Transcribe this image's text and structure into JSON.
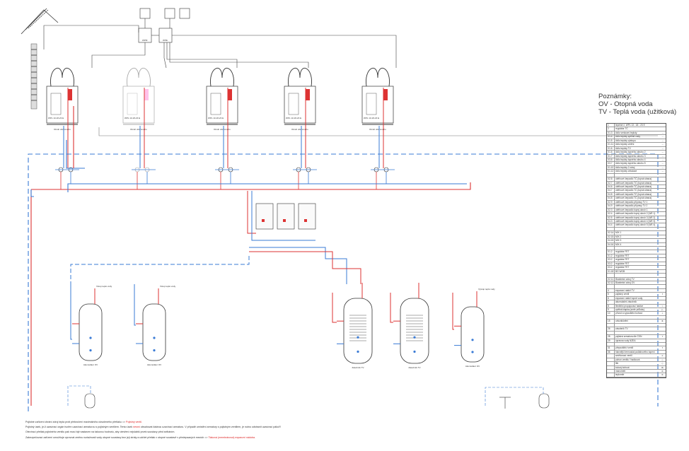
{
  "notes": {
    "title": "Poznámky:",
    "line1": "OV - Otopná voda",
    "line2": "TV - Teplá voda (užitková)"
  },
  "heat_pump_labels": [
    "WPL 13-18-23 E",
    "WPL 13-18-23 E",
    "WPL 13-18-23 E",
    "WPL 13-18-23 E",
    "WPL 13-18-23 E"
  ],
  "pump_caption": "Okruh oběhového",
  "tank_labels": [
    "Akumulátor OV",
    "Akumulátor OV",
    "Zásobník TV",
    "Zásobník TV",
    "Akumulátor OV"
  ],
  "tank_top_labels": [
    "Vstup teplé vody",
    "Vstup teplé vody",
    "Výstup teplé vody"
  ],
  "controller_labels": [
    "WPM",
    "WPE"
  ],
  "legend": [
    {
      "code": "1",
      "text": "tepelné č. WPL 13 - 18 - 23 E",
      "sym": ""
    },
    {
      "code": "2",
      "text": "regulátor TČ",
      "sym": ""
    },
    {
      "code": "X1.3",
      "text": "čidlo venkovní teploty",
      "sym": "→"
    },
    {
      "code": "X1.4",
      "text": "čidlo teploty zpětné vody",
      "sym": "→"
    },
    {
      "code": "X1.5",
      "text": "čidlo teploty výstupu",
      "sym": "→"
    },
    {
      "code": "X1.11",
      "text": "čidlo teploty vnitřní",
      "sym": "→"
    },
    {
      "code": "X1.6",
      "text": "čidlo teploty TV",
      "sym": "→"
    },
    {
      "code": "X1.6",
      "text": "čidlo teploty topného okruhu 2",
      "sym": "→"
    },
    {
      "code": "X1.7",
      "text": "čidlo teploty topného okruhu 3",
      "sym": "→"
    },
    {
      "code": "X3.8",
      "text": "čidlo teploty topného okruhu 4",
      "sym": "→"
    },
    {
      "code": "X3.7",
      "text": "čidlo teploty topného okruhu 5",
      "sym": "→"
    },
    {
      "code": "X1.10",
      "text": "čidlo teploty 2 zdroj",
      "sym": "→"
    },
    {
      "code": "X1.12",
      "text": "čidlo teploty cirkulace",
      "sym": "→"
    },
    {
      "code": "",
      "text": "",
      "sym": ""
    },
    {
      "code": "X2.8",
      "text": "oběhové čerpadlo TČ (topná strana)",
      "sym": ""
    },
    {
      "code": "X2.7",
      "text": "oběhové čerpadlo TČ (topná strana)",
      "sym": ""
    },
    {
      "code": "X4.6",
      "text": "oběhové čerpadlo TČ (topná strana)",
      "sym": ""
    },
    {
      "code": "X4.7",
      "text": "oběhové čerpadlo TČ (topná strana)",
      "sym": ""
    },
    {
      "code": "X4.8",
      "text": "oběhové čerpadlo TČ (topná strana)",
      "sym": ""
    },
    {
      "code": "X4.8",
      "text": "oběhové čerpadlo TČ (topná strana)",
      "sym": ""
    },
    {
      "code": "X2.9",
      "text": "oběhové čerpadlo přípravy TV 1",
      "sym": ""
    },
    {
      "code": "X4.9",
      "text": "oběhové čerpadlo přípravy TV 2",
      "sym": ""
    },
    {
      "code": "X2.3",
      "text": "oběhové čerpadlo topný okruh 1",
      "sym": ""
    },
    {
      "code": "X2.4",
      "text": "oběhové čerpadlo topný okruh 2 (WE 1)",
      "sym": ""
    },
    {
      "code": "X2.5",
      "text": "oběhové čerpadlo topný okruh 3 (WE 2)",
      "sym": ""
    },
    {
      "code": "X4.3",
      "text": "oběhové čerpadlo topný okruh 4 (WE 3)",
      "sym": ""
    },
    {
      "code": "X4.4",
      "text": "oběhové čerpadlo topný okruh 5 (WE 4)",
      "sym": ""
    },
    {
      "code": "",
      "text": "",
      "sym": ""
    },
    {
      "code": "X2.14",
      "text": "MIX 1",
      "sym": ""
    },
    {
      "code": "X2.15",
      "text": "MIX 2",
      "sym": ""
    },
    {
      "code": "X4.15",
      "text": "MIX 3",
      "sym": ""
    },
    {
      "code": "X4.16",
      "text": "MIX 4",
      "sym": ""
    },
    {
      "code": "",
      "text": "",
      "sym": ""
    },
    {
      "code": "X1.2",
      "text": "regulátor FET",
      "sym": ""
    },
    {
      "code": "X1.2",
      "text": "regulátor FET",
      "sym": ""
    },
    {
      "code": "X3.2",
      "text": "regulátor FET",
      "sym": ""
    },
    {
      "code": "X3.2",
      "text": "regulátor FET",
      "sym": ""
    },
    {
      "code": "X3.2",
      "text": "regulátor FET",
      "sym": ""
    },
    {
      "code": "X1.18",
      "text": "BG WGB",
      "sym": ""
    },
    {
      "code": "",
      "text": "",
      "sym": ""
    },
    {
      "code": "X2.11",
      "text": "Bivalentní zdroj TV",
      "sym": ""
    },
    {
      "code": "X2.12",
      "text": "Bivalentní zdroj OV",
      "sym": ""
    },
    {
      "code": "",
      "text": "",
      "sym": ""
    },
    {
      "code": "4",
      "text": "expanzní nádrž TV",
      "sym": ""
    },
    {
      "code": "5",
      "text": "pojistný ventil",
      "sym": "⌖"
    },
    {
      "code": "6",
      "text": "expanzní nádrž topné vody",
      "sym": ""
    },
    {
      "code": "7",
      "text": "akumulační zásobník",
      "sym": ""
    },
    {
      "code": "8",
      "text": "flexibilní propojovací hadice",
      "sym": "≈"
    },
    {
      "code": "9",
      "text": "zpětná klapka (směr průtoku)",
      "sym": "▷"
    },
    {
      "code": "10",
      "text": "přívod a vypouštěcí kohout",
      "sym": "⊥"
    },
    {
      "code": "",
      "text": "",
      "sym": ""
    },
    {
      "code": "15",
      "text": "odvzdušnění",
      "sym": "⊗"
    },
    {
      "code": "",
      "text": "",
      "sym": ""
    },
    {
      "code": "26",
      "text": "zásobník TV",
      "sym": ""
    },
    {
      "code": "",
      "text": "",
      "sym": ""
    },
    {
      "code": "28",
      "text": "pojistná armatura dle ČSN",
      "sym": "⌖"
    },
    {
      "code": "29",
      "text": "úpravna vody NZEA",
      "sym": ""
    },
    {
      "code": "",
      "text": "",
      "sym": ""
    },
    {
      "code": "31",
      "text": "přepouštěcí ventil",
      "sym": "⌖"
    },
    {
      "code": "36",
      "text": "hlavnější termostat podlahového topení",
      "sym": ""
    },
    {
      "code": "",
      "text": "směšovací ventil",
      "sym": "⌀"
    },
    {
      "code": "",
      "text": "pohon ventilu / hadicová",
      "sym": "◇"
    },
    {
      "code": "",
      "text": "filtr",
      "sym": "◇"
    },
    {
      "code": "",
      "text": "kulový kohout",
      "sym": "⊠"
    },
    {
      "code": "",
      "text": "manometr",
      "sym": "⊘"
    },
    {
      "code": "",
      "text": "teploměr",
      "sym": "⊘"
    }
  ],
  "footer": {
    "line1": "Pojistné zařízení chrání zdroj tepla proti překročení maximálního dovoleného přetlaku =>",
    "line1_red": "Pojistný ventil.",
    "line2": "Pojistný úsek, je-li uzavírací orgán tvořen uzavírací armaturou s pojistným ventilem. Tento úsek",
    "line2_red": "nesmí",
    "line2_rest": "obsahovat žádnou uzavírací armaturu. V případě umístění armatury s pojistným ventilem, je nutno odstranit uzavírací páku!!!",
    "line3": "Otevírací přetlak pojistného ventilu pak musí být nastaven na takovou hodnotu, aby otevření nejslabší prvek soustavy před selháním.",
    "line4": "Zabezpečovací zařízení umožňuje vyrovnat změnu roztažnosti vody otopné soustavy bez její ztráty a udržet přetlak v otopné soustavě v předepsaných mezích =>",
    "line4_red": "Tlaková (membránová) expanzní nádoba."
  }
}
